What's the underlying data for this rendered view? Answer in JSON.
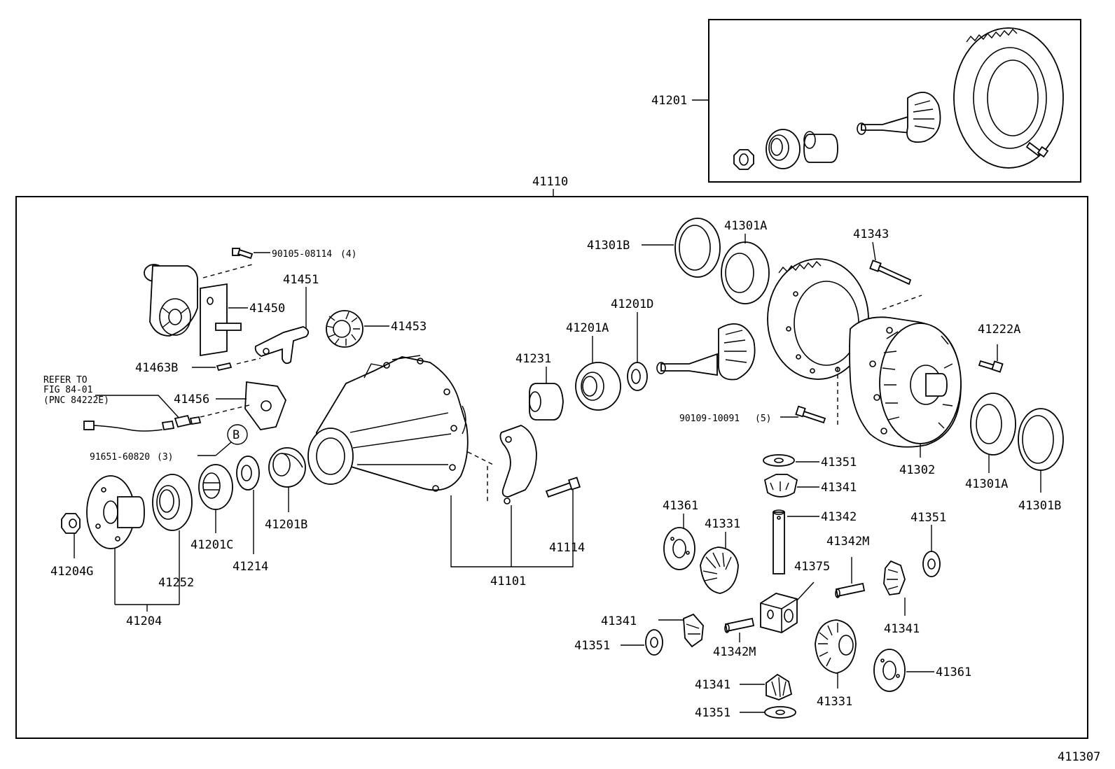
{
  "labels": {
    "p41201": "41201",
    "p41110": "41110",
    "p90105": "90105-08114",
    "p90105_qty": "(4)",
    "p41451": "41451",
    "p41450": "41450",
    "p41453": "41453",
    "p41463B": "41463B",
    "refer1": "REFER TO",
    "refer2": "FIG 84-01",
    "refer3": "(PNC 84222E)",
    "p41456": "41456",
    "circle_b": "B",
    "p91651": "91651-60820",
    "p91651_qty": "(3)",
    "p41204G": "41204G",
    "p41252": "41252",
    "p41204": "41204",
    "p41201C": "41201C",
    "p41214": "41214",
    "p41201B": "41201B",
    "p41101": "41101",
    "p41114": "41114",
    "p41231": "41231",
    "p41201A": "41201A",
    "p41201D": "41201D",
    "p41301B_top": "41301B",
    "p41301A_top": "41301A",
    "p41343": "41343",
    "p41222A": "41222A",
    "p90109": "90109-10091",
    "p90109_qty": "(5)",
    "p41302": "41302",
    "p41301A_bot": "41301A",
    "p41301B_bot": "41301B",
    "p41351_a": "41351",
    "p41341_a": "41341",
    "p41342": "41342",
    "p41361_a": "41361",
    "p41331_a": "41331",
    "p41342M_a": "41342M",
    "p41375": "41375",
    "p41351_b": "41351",
    "p41341_b": "41341",
    "p41341_c": "41341",
    "p41351_c": "41351",
    "p41342M_b": "41342M",
    "p41341_d": "41341",
    "p41351_d": "41351",
    "p41331_b": "41331",
    "p41361_b": "41361",
    "figure_code": "411307"
  },
  "icons": [
    "nut-icon",
    "bearing-icon",
    "pinion-gear-icon",
    "ring-gear-icon",
    "bolt-icon",
    "differential-carrier-icon",
    "companion-flange-icon",
    "oil-seal-icon",
    "washer-icon",
    "spacer-icon",
    "shift-fork-icon",
    "actuator-icon",
    "bearing-cap-icon",
    "differential-case-icon",
    "side-gear-icon",
    "pinion-shaft-icon",
    "thrust-washer-icon"
  ]
}
